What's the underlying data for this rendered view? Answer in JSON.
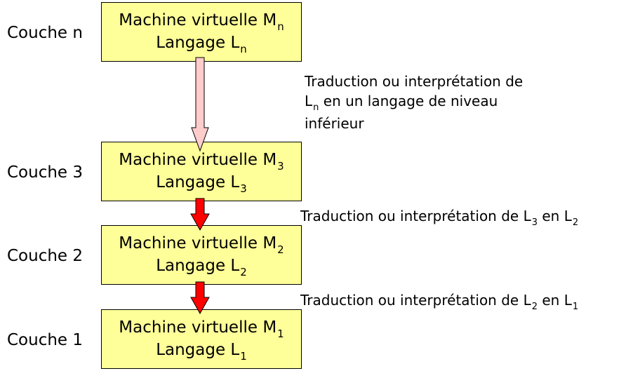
{
  "layers": [
    {
      "label": "Couche n",
      "machine": "Machine virtuelle M",
      "machine_sub": "n",
      "language": "Langage L",
      "language_sub": "n"
    },
    {
      "label": "Couche 3",
      "machine": "Machine virtuelle M",
      "machine_sub": "3",
      "language": "Langage L",
      "language_sub": "3"
    },
    {
      "label": "Couche 2",
      "machine": "Machine virtuelle M",
      "machine_sub": "2",
      "language": "Langage L",
      "language_sub": "2"
    },
    {
      "label": "Couche 1",
      "machine": "Machine virtuelle M",
      "machine_sub": "1",
      "language": "Langage L",
      "language_sub": "1"
    }
  ],
  "translations": {
    "top": {
      "line1": "Traduction ou interprétation de",
      "line2_prefix": "L",
      "line2_sub": "n",
      "line2_suffix": " en un langage de niveau",
      "line3": "inférieur"
    },
    "l3_to_l2": {
      "prefix": "Traduction ou interprétation de L",
      "from_sub": "3",
      "middle": " en L",
      "to_sub": "2"
    },
    "l2_to_l1": {
      "prefix": "Traduction ou interprétation de L",
      "from_sub": "2",
      "middle": " en L",
      "to_sub": "1"
    }
  },
  "colors": {
    "box_fill": "#ffff99",
    "box_border": "#000000",
    "top_arrow_fill": "#ffcccc",
    "lower_arrow_fill": "#ff0000"
  }
}
